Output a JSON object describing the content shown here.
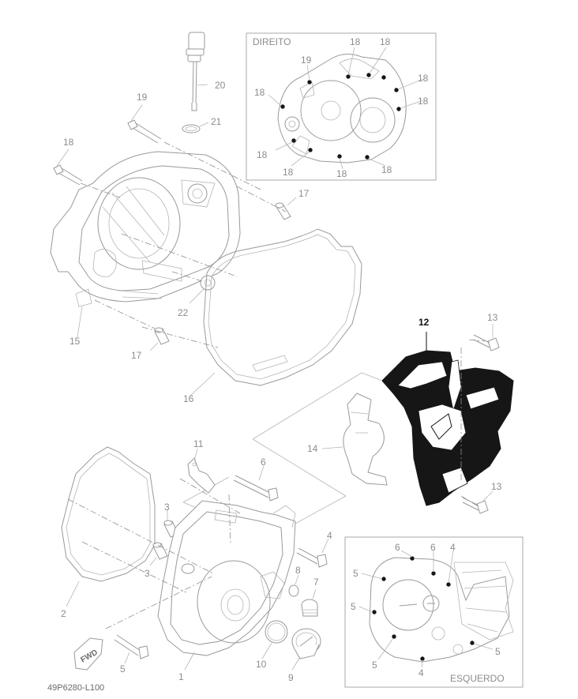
{
  "insets": {
    "right": {
      "title": "DIREITO"
    },
    "left": {
      "title": "ESQUERDO"
    }
  },
  "callouts": {
    "c20": "20",
    "c21": "21",
    "c19": "19",
    "c18a": "18",
    "c17a": "17",
    "c22": "22",
    "c15": "15",
    "c17b": "17",
    "c16": "16",
    "c12": "12",
    "c13a": "13",
    "c13b": "13",
    "c14": "14",
    "c11": "11",
    "c6": "6",
    "c3a": "3",
    "c3b": "3",
    "c4": "4",
    "c8": "8",
    "c7": "7",
    "c2": "2",
    "c5": "5",
    "c10": "10",
    "c9": "9",
    "c1": "1",
    "r18a": "18",
    "r18b": "18",
    "r19": "19",
    "r18c": "18",
    "r18d": "18",
    "r18e": "18",
    "r18f": "18",
    "r18g": "18",
    "r18h": "18",
    "r18i": "18",
    "l6a": "6",
    "l6b": "6",
    "l4a": "4",
    "l5a": "5",
    "l5b": "5",
    "l5c": "5",
    "l5d": "5",
    "l4b": "4"
  },
  "fwd_label": "FWD",
  "diagram_code": "49P6280-L100",
  "colors": {
    "linework": "#9a9a9a",
    "highlight": "#161616",
    "text": "#8c8c8c"
  }
}
